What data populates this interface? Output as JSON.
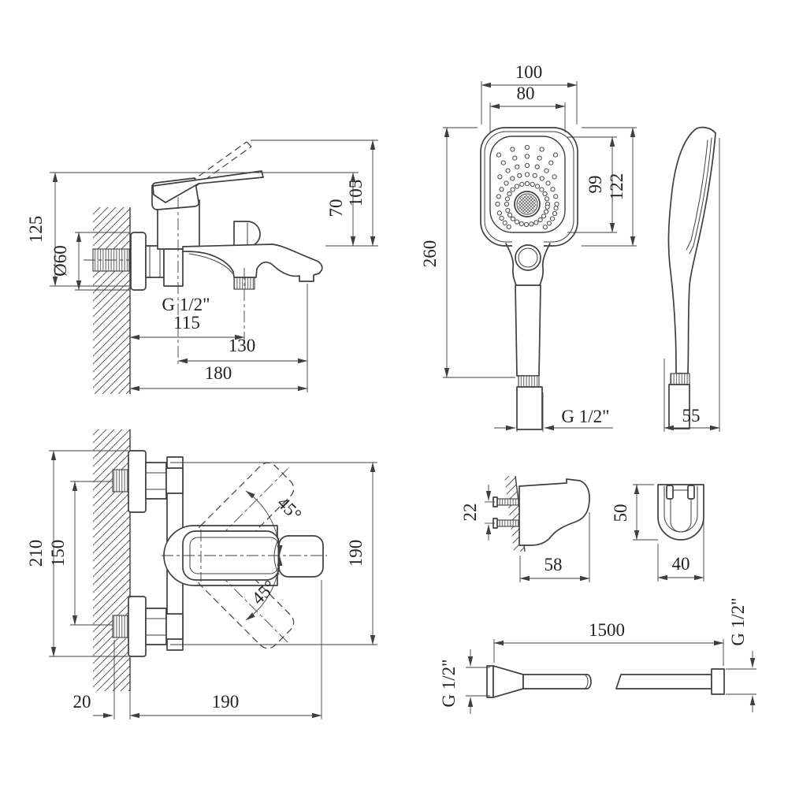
{
  "meta": {
    "background": "#ffffff",
    "line_color": "#3f3f3f",
    "text_color": "#222222"
  },
  "views": {
    "mixer_side": {
      "label": "bath-mixer-side-view",
      "dims": {
        "d125": "125",
        "d60": "Ø60",
        "thread": "G 1/2\"",
        "d115": "115",
        "d130": "130",
        "d180": "180",
        "d70": "70",
        "d105": "105"
      }
    },
    "shower_front": {
      "label": "hand-shower-front-view",
      "dims": {
        "d100": "100",
        "d80": "80",
        "d99": "99",
        "d122": "122",
        "d260": "260",
        "thread": "G 1/2\""
      }
    },
    "shower_side": {
      "label": "hand-shower-side-view",
      "dims": {
        "d55": "55"
      }
    },
    "mixer_top": {
      "label": "bath-mixer-top-view",
      "dims": {
        "d210": "210",
        "d150": "150",
        "d20": "20",
        "d190w": "190",
        "d190h": "190",
        "a1": "45°",
        "a2": "45°"
      }
    },
    "holder_side": {
      "label": "wall-holder-side-view",
      "dims": {
        "d22": "22",
        "d58": "58"
      }
    },
    "holder_front": {
      "label": "wall-holder-front-view",
      "dims": {
        "d50": "50",
        "d40": "40"
      }
    },
    "hose": {
      "label": "shower-hose-view",
      "dims": {
        "d1500": "1500",
        "thread_left": "G 1/2\"",
        "thread_right": "G 1/2\""
      }
    }
  }
}
